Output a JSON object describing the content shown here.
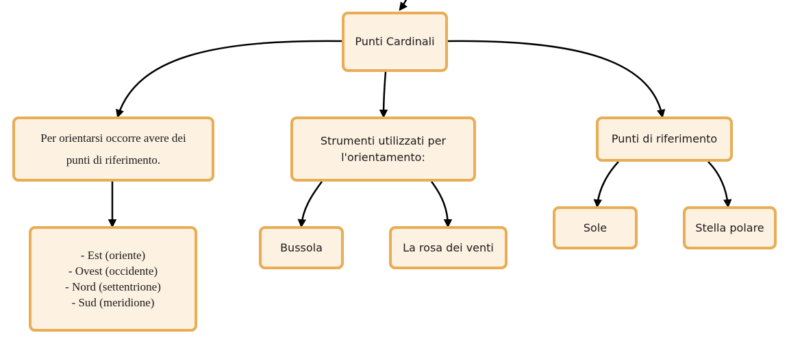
{
  "nodes": {
    "root": "Punti Cardinali",
    "orient": [
      "Per orientarsi occorre avere dei",
      "punti di riferimento."
    ],
    "strumenti": [
      "Strumenti utilizzati per",
      "l'orientamento:"
    ],
    "riferimento": "Punti di riferimento",
    "directions": [
      "- Est (oriente)",
      "- Ovest (occidente)",
      "- Nord (settentrione)",
      "- Sud (meridione)"
    ],
    "bussola": "Bussola",
    "rosa": "La rosa dei venti",
    "sole": "Sole",
    "stella": "Stella polare"
  },
  "colors": {
    "node_fill": "#fdf1e2",
    "node_border": "#e8ad55",
    "edge": "#000000"
  }
}
